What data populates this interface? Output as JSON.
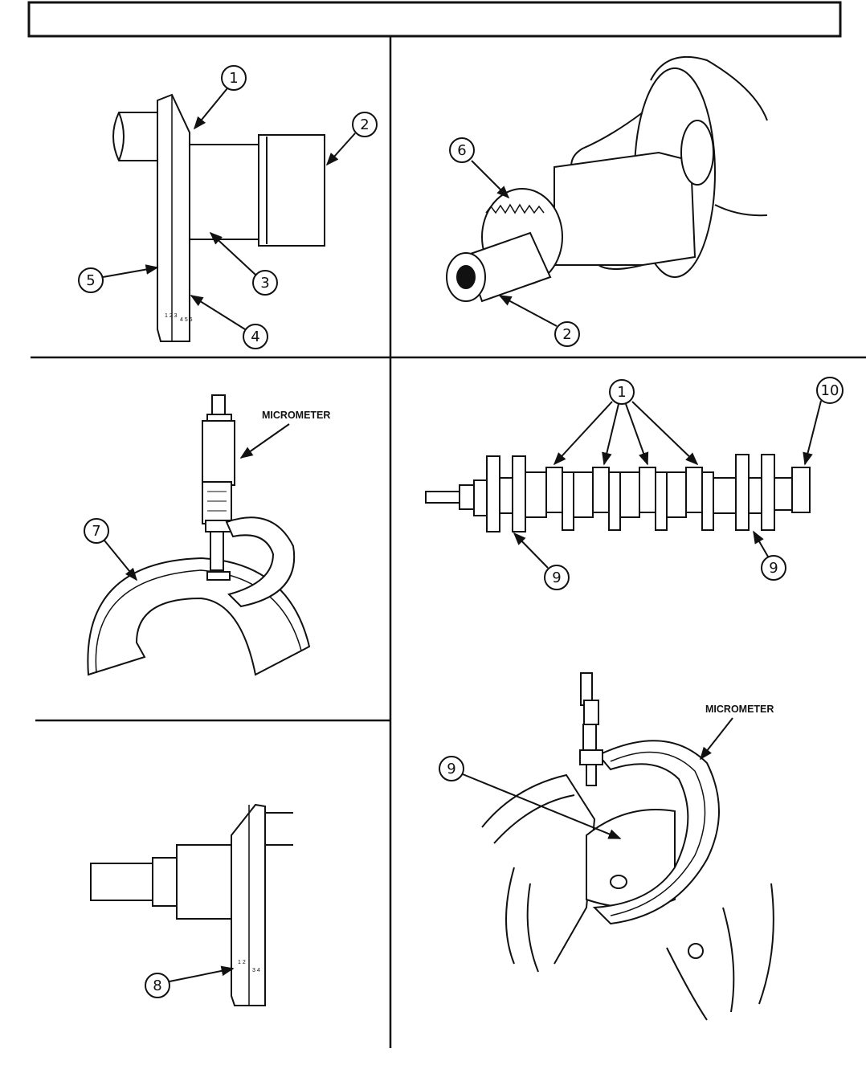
{
  "header": {
    "title": ""
  },
  "callouts": {
    "c1": "1",
    "c2": "2",
    "c3": "3",
    "c4": "4",
    "c5": "5",
    "c6": "6",
    "c7": "7",
    "c8": "8",
    "c9": "9",
    "c10": "10"
  },
  "labels": {
    "micrometer": "MICROMETER"
  },
  "colors": {
    "ink": "#111111",
    "paper": "#ffffff"
  }
}
